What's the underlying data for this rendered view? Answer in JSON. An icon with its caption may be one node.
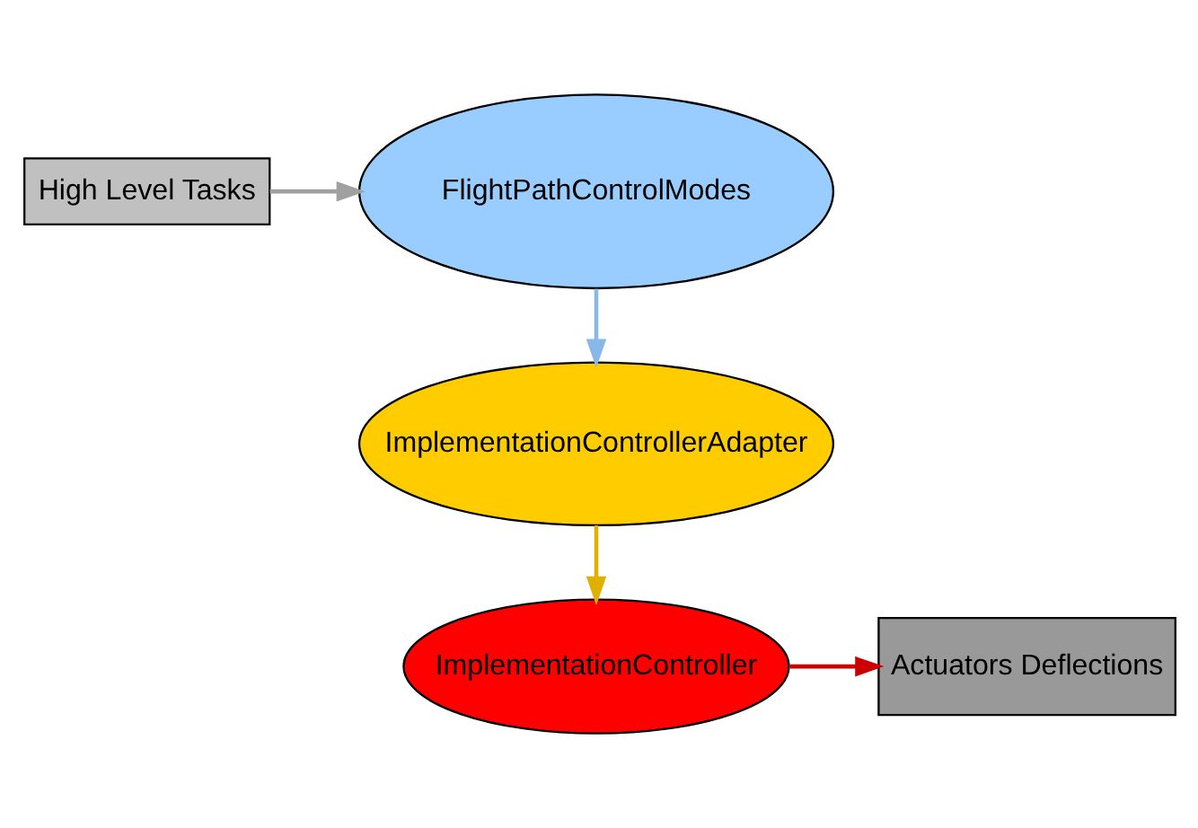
{
  "diagram": {
    "nodes": [
      {
        "text": [
          "FlightPathControlModes"
        ]
      },
      {
        "text": [
          "High Level Tasks"
        ]
      },
      {
        "text": [
          "ImplementationControllerAdapter"
        ]
      },
      {
        "text": [
          "ImplementationController"
        ]
      },
      {
        "text": [
          "Actuators Deflections"
        ]
      }
    ],
    "edges": [
      {
        "from": 1,
        "to": 0,
        "arrow": "to",
        "color": "#a0a0a0"
      },
      {
        "from": 0,
        "to": 2,
        "arrow": "to",
        "color": "#88b8e8"
      },
      {
        "from": 2,
        "to": 3,
        "arrow": "to",
        "color": "#e0b000"
      },
      {
        "from": 3,
        "to": 4,
        "arrow": "to",
        "color": "#cc0000"
      }
    ]
  }
}
